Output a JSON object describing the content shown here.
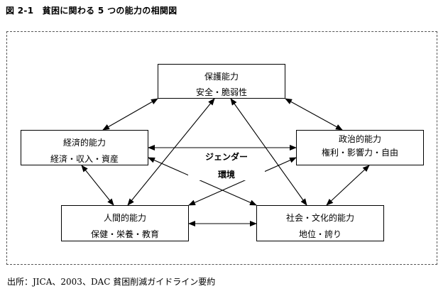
{
  "figure": {
    "title": "図 2-1　貧困に関わる 5 つの能力の相関図",
    "source": "出所：JICA、2003、DAC 貧困削減ガイドライン要約"
  },
  "nodes": {
    "protective": {
      "title": "保護能力",
      "subtitle": "安全・脆弱性"
    },
    "economic": {
      "title": "経済的能力",
      "subtitle": "経済・収入・資産"
    },
    "political": {
      "title": "政治的能力",
      "subtitle": "権利・影響力・自由"
    },
    "human": {
      "title": "人間的能力",
      "subtitle": "保健・栄養・教育"
    },
    "sociocultural": {
      "title": "社会・文化的能力",
      "subtitle": "地位・誇り"
    }
  },
  "center": {
    "gender": "ジェンダー",
    "environment": "環境"
  },
  "edges": [
    [
      "economic",
      "protective"
    ],
    [
      "political",
      "protective"
    ],
    [
      "economic",
      "political"
    ],
    [
      "human",
      "sociocultural"
    ],
    [
      "economic",
      "human"
    ],
    [
      "political",
      "sociocultural"
    ],
    [
      "protective",
      "human"
    ],
    [
      "protective",
      "sociocultural"
    ],
    [
      "economic",
      "sociocultural"
    ],
    [
      "political",
      "human"
    ]
  ]
}
